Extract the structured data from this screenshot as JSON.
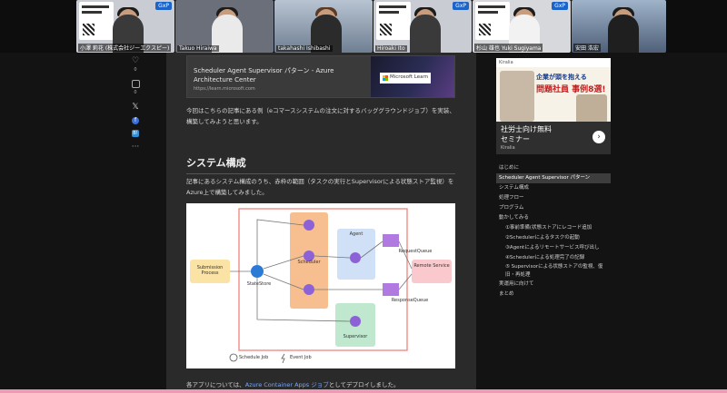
{
  "participants": [
    {
      "name": "小澤 莉花 (株式会社ジーエクスピー)",
      "tag": "GxP",
      "bg": "#c9ccd3",
      "badge": true
    },
    {
      "name": "Takuo Hiraiwa",
      "tag": "",
      "bg": "#6b6f7a",
      "badge": false
    },
    {
      "name": "takahashi Ishibashi",
      "tag": "",
      "bg": "#8f9aa8",
      "badge": false
    },
    {
      "name": "Hiroaki Ito",
      "tag": "GxP",
      "bg": "#c9ccd3",
      "badge": true
    },
    {
      "name": "杉山 雄也 Yuki Sugiyama",
      "tag": "GxP",
      "bg": "#d6d8dc",
      "badge": true
    },
    {
      "name": "安田 浩宏",
      "tag": "",
      "bg": "#7a8ea8",
      "badge": false
    }
  ],
  "rail": {
    "like_count": "0",
    "bookmark_count": "0"
  },
  "linkcard": {
    "title": "Scheduler Agent Supervisor パターン - Azure Architecture Center",
    "url": "https://learn.microsoft.com",
    "brand": "Microsoft Learn"
  },
  "article": {
    "intro": "今回はこちらの記事にある例（eコマースシステムの注文に対するバッググラウンドジョブ）を実装、構築してみようと思います。",
    "section_title": "システム構成",
    "section_text": "記事にあるシステム構成のうち、赤枠の範囲（タスクの実行とSupervisorによる状態ストア監視）をAzure上で構築してみました。",
    "caption_prefix": "各アプリについては、",
    "caption_link": "Azure Container Apps ジョブ",
    "caption_suffix": "としてデプロイしました。"
  },
  "diagram": {
    "submission": "Submission Process",
    "statestore": "StateStore",
    "scheduler": "Scheduler",
    "agent": "Agent",
    "request_queue": "RequestQueue",
    "response_queue": "ResponseQueue",
    "remote": "Remote Service",
    "supervisor": "Supervisor",
    "legend_schedule": "Schedule Job",
    "legend_event": "Event Job"
  },
  "ad": {
    "brand": "Kiralia",
    "headline1": "企業が頭を抱える",
    "headline2": "問題社員 事例8選!",
    "cta1": "社労士向け無料",
    "cta2": "セミナー",
    "footer": "Kiralia"
  },
  "toc": [
    {
      "label": "はじめに",
      "level": 0,
      "active": false
    },
    {
      "label": "Scheduler Agent Supervisor パターン",
      "level": 0,
      "active": true
    },
    {
      "label": "システム構成",
      "level": 0,
      "active": false
    },
    {
      "label": "処理フロー",
      "level": 0,
      "active": false
    },
    {
      "label": "プログラム",
      "level": 0,
      "active": false
    },
    {
      "label": "動かしてみる",
      "level": 0,
      "active": false
    },
    {
      "label": "①事前準備(状態ストアにレコード追加",
      "level": 1,
      "active": false
    },
    {
      "label": "②Schedulerによるタスクの起動",
      "level": 1,
      "active": false
    },
    {
      "label": "③Agentによるリモートサービス呼び出し",
      "level": 1,
      "active": false
    },
    {
      "label": "④Schedulerによる処理完了の記録",
      "level": 1,
      "active": false
    },
    {
      "label": "⑤ Supervisorによる状態ストアの監視、復",
      "level": 1,
      "active": false
    },
    {
      "label": "旧・再処理",
      "level": 2,
      "active": false
    },
    {
      "label": "実運用に向けて",
      "level": 0,
      "active": false
    },
    {
      "label": "まとめ",
      "level": 0,
      "active": false
    }
  ]
}
